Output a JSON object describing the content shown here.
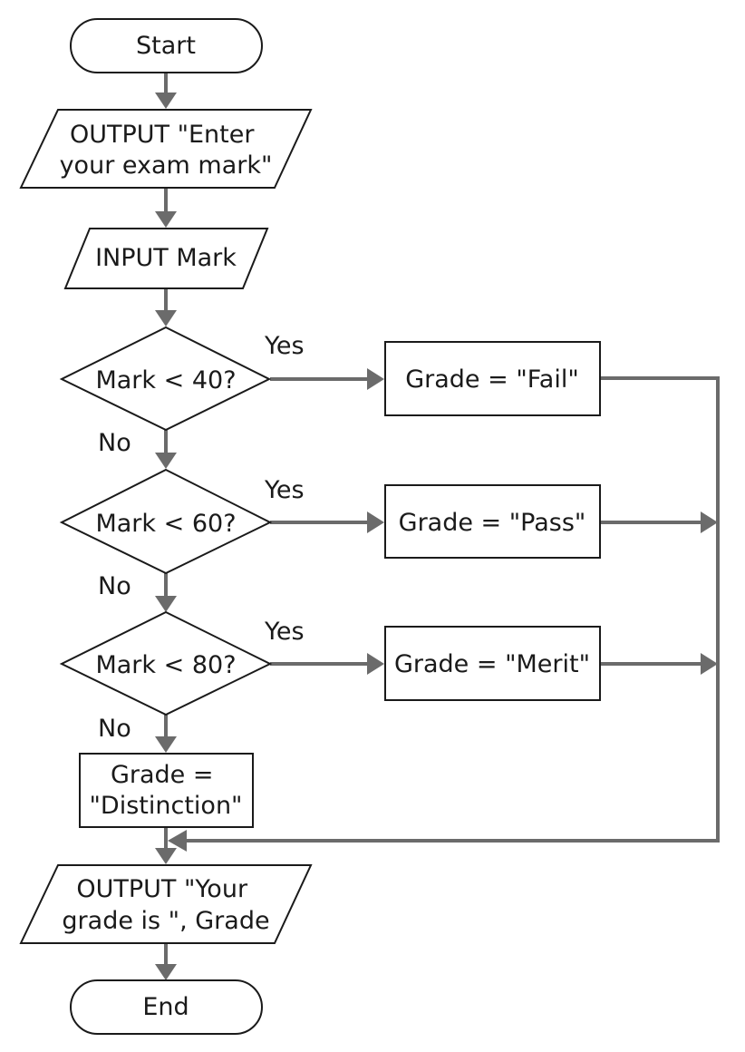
{
  "nodes": {
    "start": "Start",
    "output_prompt": [
      "OUTPUT \"Enter",
      "your exam mark\""
    ],
    "input_mark": "INPUT Mark",
    "decision_40": "Mark < 40?",
    "decision_60": "Mark < 60?",
    "decision_80": "Mark < 80?",
    "grade_fail": "Grade = \"Fail\"",
    "grade_pass": "Grade = \"Pass\"",
    "grade_merit": "Grade = \"Merit\"",
    "grade_distinction": [
      "Grade =",
      "\"Distinction\""
    ],
    "output_grade": [
      "OUTPUT \"Your",
      "grade is \", Grade"
    ],
    "end": "End"
  },
  "edge_labels": {
    "yes": "Yes",
    "no": "No"
  }
}
